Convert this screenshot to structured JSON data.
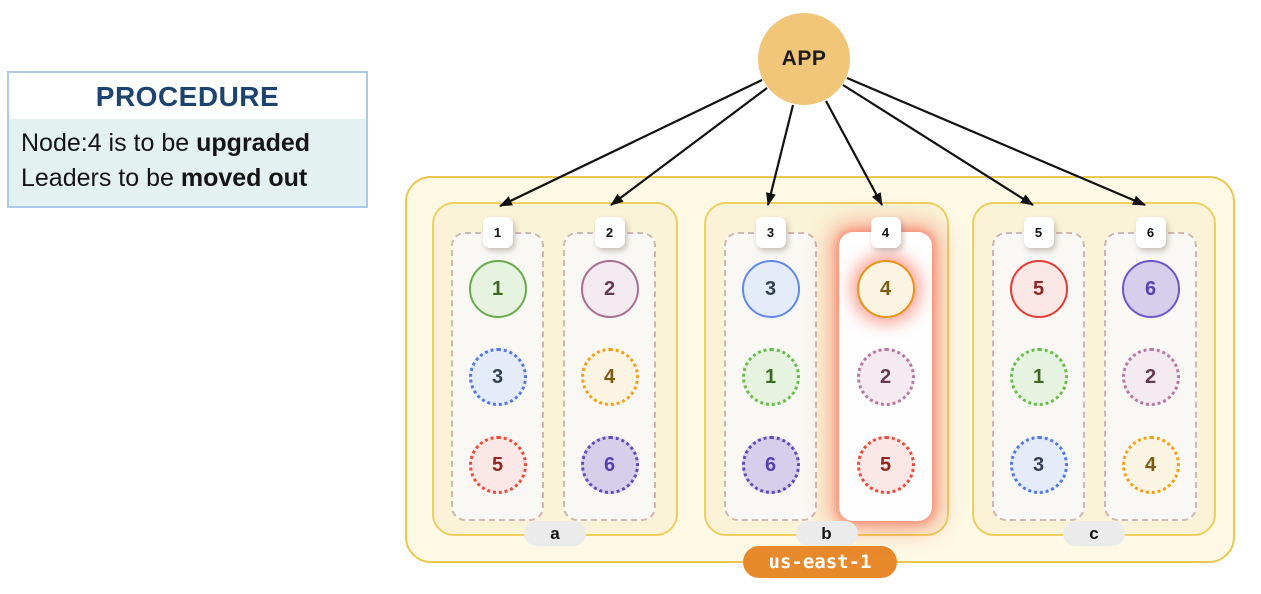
{
  "procedure": {
    "title": "PROCEDURE",
    "line1_pre": "Node:4 is to be ",
    "line1_bold": "upgraded",
    "line2_pre": "Leaders to be ",
    "line2_bold": "moved out"
  },
  "app": {
    "label": "APP"
  },
  "region": {
    "label": "us-east-1"
  },
  "zones": [
    {
      "label": "a",
      "nodes": [
        {
          "badge": "1",
          "highlighted": false,
          "replicas": [
            {
              "value": "1",
              "role": "leader",
              "color": "green"
            },
            {
              "value": "3",
              "role": "follower",
              "color": "blue"
            },
            {
              "value": "5",
              "role": "follower",
              "color": "red"
            }
          ]
        },
        {
          "badge": "2",
          "highlighted": false,
          "replicas": [
            {
              "value": "2",
              "role": "leader",
              "color": "plum"
            },
            {
              "value": "4",
              "role": "follower",
              "color": "orange"
            },
            {
              "value": "6",
              "role": "follower",
              "color": "purple"
            }
          ]
        }
      ]
    },
    {
      "label": "b",
      "nodes": [
        {
          "badge": "3",
          "highlighted": false,
          "replicas": [
            {
              "value": "3",
              "role": "leader",
              "color": "blue"
            },
            {
              "value": "1",
              "role": "follower",
              "color": "green"
            },
            {
              "value": "6",
              "role": "follower",
              "color": "purple"
            }
          ]
        },
        {
          "badge": "4",
          "highlighted": true,
          "replicas": [
            {
              "value": "4",
              "role": "leader",
              "color": "orange",
              "glow": true
            },
            {
              "value": "2",
              "role": "follower",
              "color": "plum"
            },
            {
              "value": "5",
              "role": "follower",
              "color": "red"
            }
          ]
        }
      ]
    },
    {
      "label": "c",
      "nodes": [
        {
          "badge": "5",
          "highlighted": false,
          "replicas": [
            {
              "value": "5",
              "role": "leader",
              "color": "red"
            },
            {
              "value": "1",
              "role": "follower",
              "color": "green"
            },
            {
              "value": "3",
              "role": "follower",
              "color": "blue"
            }
          ]
        },
        {
          "badge": "6",
          "highlighted": false,
          "replicas": [
            {
              "value": "6",
              "role": "leader",
              "color": "purple"
            },
            {
              "value": "2",
              "role": "follower",
              "color": "plum"
            },
            {
              "value": "4",
              "role": "follower",
              "color": "orange"
            }
          ]
        }
      ]
    }
  ],
  "palette": {
    "app_fill": "#f1c678",
    "region_border": "#eac84f",
    "region_bg": "#fdf9e5",
    "zone_bg": "#faf3d8",
    "region_label_bg": "#e8892b",
    "highlight_glow": "#f65d45",
    "procedure_title_color": "#1d4470",
    "procedure_body_bg": "#e3f1f0",
    "leader_green": "#68ab4c",
    "leader_blue": "#6089e8",
    "leader_red": "#e53b35",
    "leader_orange": "#e89312",
    "leader_plum": "#a96e90",
    "leader_purple": "#6a58c8"
  }
}
